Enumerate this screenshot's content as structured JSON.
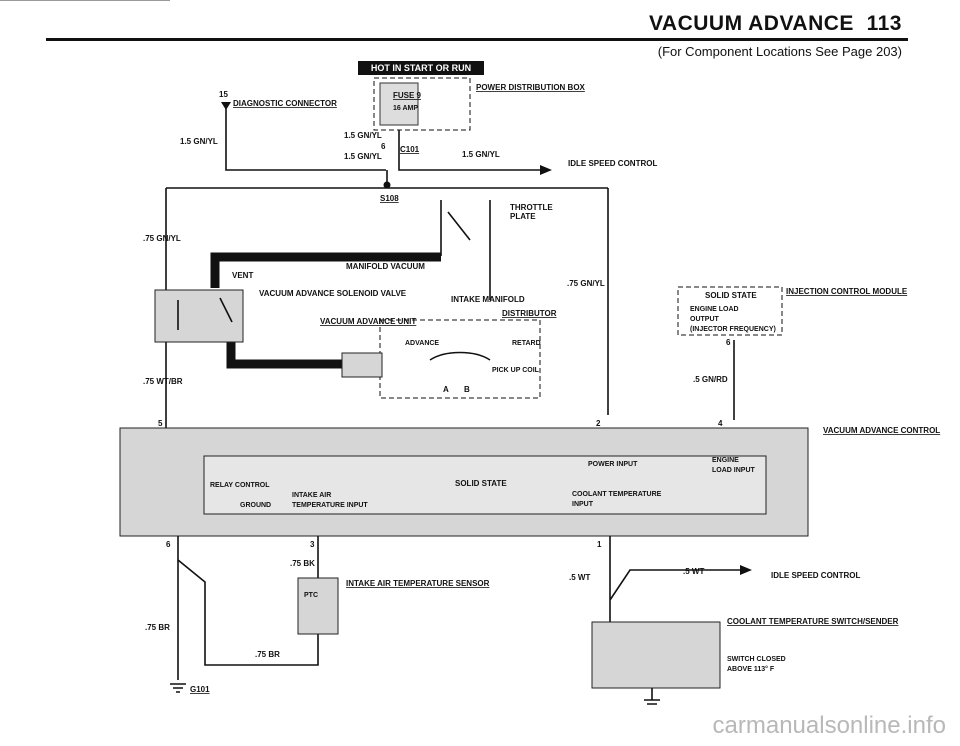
{
  "page": {
    "title": "VACUUM ADVANCE",
    "page_number": "113",
    "subtitle": "(For Component Locations See Page 203)",
    "watermark": "carmanualsonline.info"
  },
  "banner": "HOT IN START OR RUN",
  "fuse_box": {
    "name": "POWER DISTRIBUTION BOX",
    "fuse": "FUSE 9",
    "rating": "16 AMP"
  },
  "diag_connector": {
    "pin": "15",
    "name": "DIAGNOSTIC CONNECTOR",
    "wire": "1.5 GN/YL"
  },
  "c101": {
    "pin": "6",
    "name": "C101",
    "wire_top": "1.5 GN/YL",
    "wire_bottom": "1.5 GN/YL"
  },
  "idle_speed_top": {
    "wire": "1.5 GN/YL",
    "label": "IDLE SPEED CONTROL"
  },
  "s108": "S108",
  "throttle": "THROTTLE PLATE",
  "manifold_vacuum": "MANIFOLD VACUUM",
  "intake_manifold": "INTAKE MANIFOLD",
  "distributor": "DISTRIBUTOR",
  "vent": "VENT",
  "solenoid": "VACUUM ADVANCE SOLENOID VALVE",
  "vacuum_unit": "VACUUM ADVANCE UNIT",
  "advance": "ADVANCE",
  "retard": "RETARD",
  "pickup": "PICK UP COIL",
  "coil_a": "A",
  "coil_b": "B",
  "left_wire_top": ".75 GN/YL",
  "left_wire_bottom": ".75 WT/BR",
  "mid_wire": ".75 GN/YL",
  "injection": {
    "name": "INJECTION CONTROL MODULE",
    "solid_state": "SOLID STATE",
    "line1": "ENGINE LOAD",
    "line2": "OUTPUT",
    "line3": "(INJECTOR FREQUENCY)",
    "pin": "6",
    "wire": ".5 GN/RD"
  },
  "control": {
    "name": "VACUUM ADVANCE CONTROL",
    "solid_state": "SOLID STATE",
    "relay_control": "RELAY CONTROL",
    "ground": "GROUND",
    "intake_air": "INTAKE AIR",
    "temp_input": "TEMPERATURE INPUT",
    "power_input": "POWER INPUT",
    "engine": "ENGINE",
    "load_input": "LOAD INPUT",
    "coolant": "COOLANT TEMPERATURE",
    "coolant_input": "INPUT",
    "pins": {
      "p5": "5",
      "p2": "2",
      "p4": "4",
      "p6": "6",
      "p3": "3",
      "p1": "1"
    }
  },
  "sensor": {
    "name": "INTAKE AIR TEMPERATURE SENSOR",
    "ptc": "PTC",
    "wire_top": ".75 BK",
    "wire_bottom": ".75 BR"
  },
  "ground": {
    "wire": ".75 BR",
    "name": "G101"
  },
  "coolant_switch": {
    "name": "COOLANT TEMPERATURE SWITCH/SENDER",
    "note1": "SWITCH CLOSED",
    "note2": "ABOVE 113° F",
    "wire_left": ".5 WT",
    "wire_right": ".5 WT"
  },
  "idle_speed_bottom": "IDLE SPEED CONTROL"
}
